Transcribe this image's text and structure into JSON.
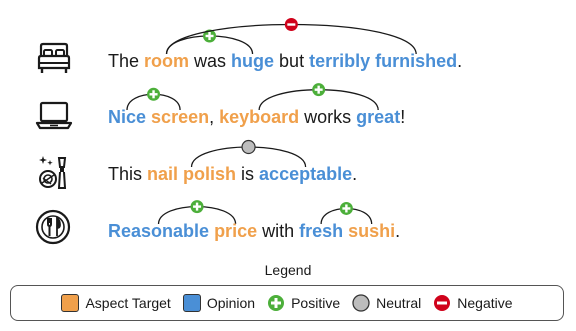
{
  "colors": {
    "aspect": "#f0a04b",
    "opinion": "#4a8fd6",
    "positive": "#4caf3a",
    "neutral": "#bdbdbd",
    "negative": "#d0021b",
    "text": "#1a1a1a"
  },
  "rows": [
    {
      "icon": "bed-icon",
      "tokens": [
        {
          "text": "The ",
          "type": "plain"
        },
        {
          "text": "room",
          "type": "aspect"
        },
        {
          "text": " was ",
          "type": "plain"
        },
        {
          "text": "huge",
          "type": "opinion"
        },
        {
          "text": " but ",
          "type": "plain"
        },
        {
          "text": "terribly",
          "type": "opinion"
        },
        {
          "text": " ",
          "type": "plain"
        },
        {
          "text": "furnished",
          "type": "opinion"
        },
        {
          "text": ".",
          "type": "plain"
        }
      ],
      "relations": [
        {
          "from": 1,
          "to": 3,
          "sentiment": "positive"
        },
        {
          "from": 1,
          "to": 7,
          "sentiment": "negative"
        }
      ]
    },
    {
      "icon": "laptop-icon",
      "tokens": [
        {
          "text": "Nice",
          "type": "opinion"
        },
        {
          "text": " ",
          "type": "plain"
        },
        {
          "text": "screen",
          "type": "aspect"
        },
        {
          "text": ", ",
          "type": "plain"
        },
        {
          "text": "keyboard",
          "type": "aspect"
        },
        {
          "text": " works ",
          "type": "plain"
        },
        {
          "text": "great",
          "type": "opinion"
        },
        {
          "text": "!",
          "type": "plain"
        }
      ],
      "relations": [
        {
          "from": 0,
          "to": 2,
          "sentiment": "positive"
        },
        {
          "from": 4,
          "to": 6,
          "sentiment": "positive"
        }
      ]
    },
    {
      "icon": "cosmetics-icon",
      "tokens": [
        {
          "text": "This ",
          "type": "plain"
        },
        {
          "text": "nail polish",
          "type": "aspect"
        },
        {
          "text": " is ",
          "type": "plain"
        },
        {
          "text": "acceptable",
          "type": "opinion"
        },
        {
          "text": ".",
          "type": "plain"
        }
      ],
      "relations": [
        {
          "from": 1,
          "to": 3,
          "sentiment": "neutral"
        }
      ]
    },
    {
      "icon": "restaurant-icon",
      "tokens": [
        {
          "text": "Reasonable",
          "type": "opinion"
        },
        {
          "text": " ",
          "type": "plain"
        },
        {
          "text": "price",
          "type": "aspect"
        },
        {
          "text": " with ",
          "type": "plain"
        },
        {
          "text": "fresh",
          "type": "opinion"
        },
        {
          "text": " ",
          "type": "plain"
        },
        {
          "text": "sushi",
          "type": "aspect"
        },
        {
          "text": ".",
          "type": "plain"
        }
      ],
      "relations": [
        {
          "from": 0,
          "to": 2,
          "sentiment": "positive"
        },
        {
          "from": 4,
          "to": 6,
          "sentiment": "positive"
        }
      ]
    }
  ],
  "legend": {
    "title": "Legend",
    "items": [
      {
        "label": "Aspect Target",
        "kind": "aspect"
      },
      {
        "label": "Opinion",
        "kind": "opinion"
      },
      {
        "label": "Positive",
        "kind": "positive"
      },
      {
        "label": "Neutral",
        "kind": "neutral"
      },
      {
        "label": "Negative",
        "kind": "negative"
      }
    ]
  }
}
